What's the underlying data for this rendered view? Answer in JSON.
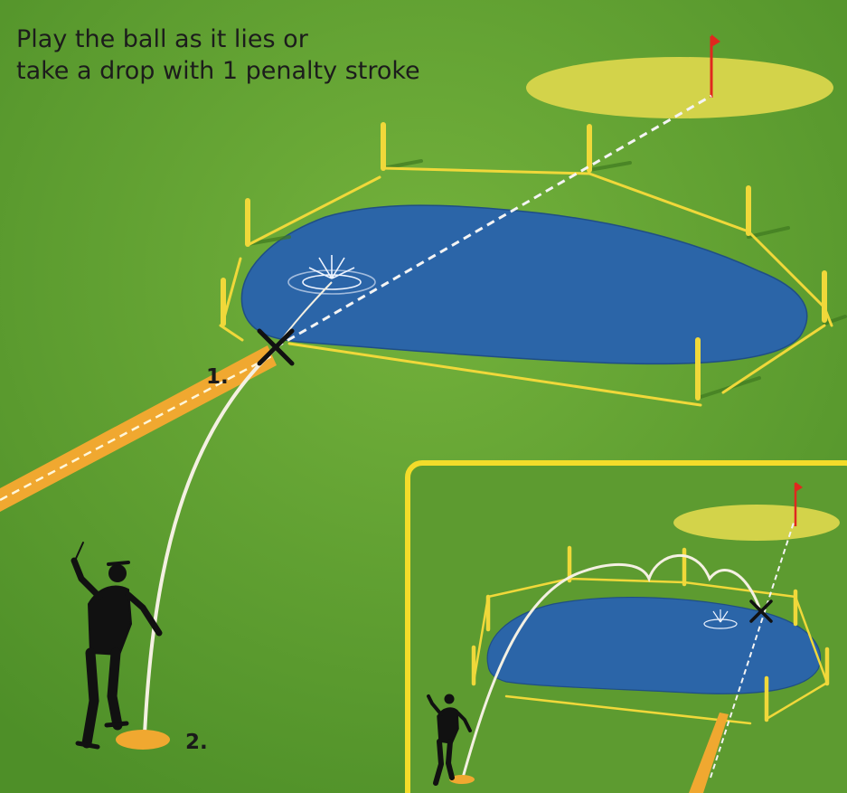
{
  "caption": {
    "line1": "Play the ball as it lies or",
    "line2": "take a drop with 1 penalty stroke"
  },
  "labels": {
    "option1": "1.",
    "option2": "2."
  },
  "colors": {
    "grass": "#5f9e32",
    "water": "#2b65a8",
    "stake_line": "#f0d83a",
    "drop_zone": "#f0a830",
    "green": "#d3d34a",
    "flag": "#e0281e",
    "ball_path": "#f4f0e2",
    "silhouette": "#111111",
    "inset_border": "#f3dc2a"
  },
  "icons": {
    "golfer": "golfer-silhouette-icon",
    "flag": "flag-icon",
    "splash": "water-splash-icon",
    "cross": "x-mark-icon"
  }
}
